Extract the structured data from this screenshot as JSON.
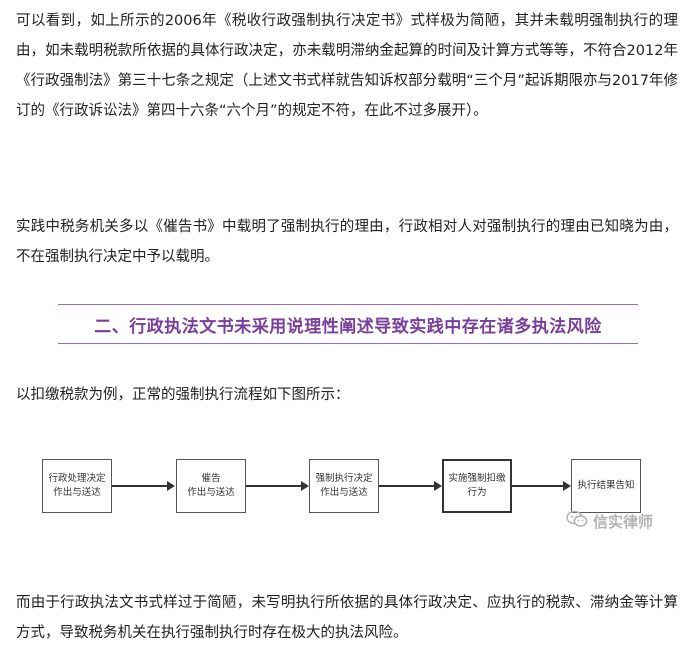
{
  "paragraphs": {
    "p1": "可以看到，如上所示的2006年《税收行政强制执行决定书》式样极为简陋，其并未载明强制执行的理由，如未载明税款所依据的具体行政决定，亦未载明滞纳金起算的时间及计算方式等等，不符合2012年《行政强制法》第三十七条之规定（上述文书式样就告知诉权部分载明“三个月”起诉期限亦与2017年修订的《行政诉讼法》第四十六条“六个月”的规定不符，在此不过多展开）。",
    "p2": "实践中税务机关多以《催告书》中载明了强制执行的理由，行政相对人对强制执行的理由已知晓为由，不在强制执行决定中予以载明。",
    "p3": "以扣缴税款为例，正常的强制执行流程如下图所示：",
    "p4": "而由于行政执法文书式样过于简陋，未写明执行所依据的具体行政决定、应执行的税款、滞纳金等计算方式，导致税务机关在执行强制执行时存在极大的执法风险。"
  },
  "heading": "二、行政执法文书未采用说理性阐述导致实践中存在诸多执法风险",
  "flowchart": {
    "steps": [
      {
        "line1": "行政处理决定",
        "line2": "作出与送达"
      },
      {
        "line1": "催告",
        "line2": "作出与送达"
      },
      {
        "line1": "强制执行决定",
        "line2": "作出与送达"
      },
      {
        "line1": "实施强制扣缴",
        "line2": "行为"
      },
      {
        "line1": "执行结果告知",
        "line2": ""
      }
    ]
  },
  "watermark": {
    "text": "信实律师",
    "icon": "wechat-icon"
  },
  "colors": {
    "heading": "#7a3f9a",
    "heading_rule": "#a56bb8",
    "body_text": "#222222",
    "watermark": "#b5b5b5"
  }
}
